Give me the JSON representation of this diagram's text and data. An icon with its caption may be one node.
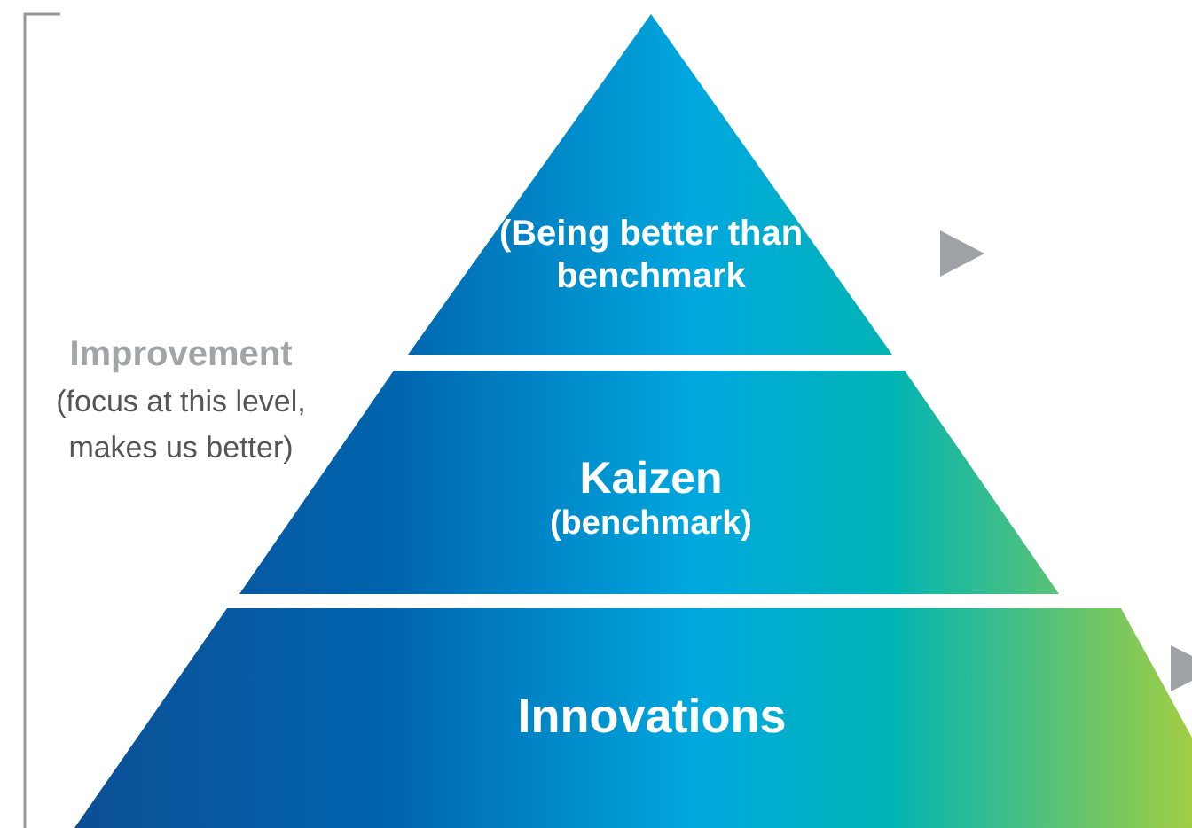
{
  "diagram": {
    "nodes": [
      {
        "text": [
          "(Being better than benchmark"
        ]
      },
      {
        "text": [
          "Kaizen",
          "(benchmark)"
        ]
      },
      {
        "text": [
          "Innovations"
        ]
      }
    ],
    "labels": [
      "Improvement",
      "(focus at this level, makes us better)"
    ]
  }
}
